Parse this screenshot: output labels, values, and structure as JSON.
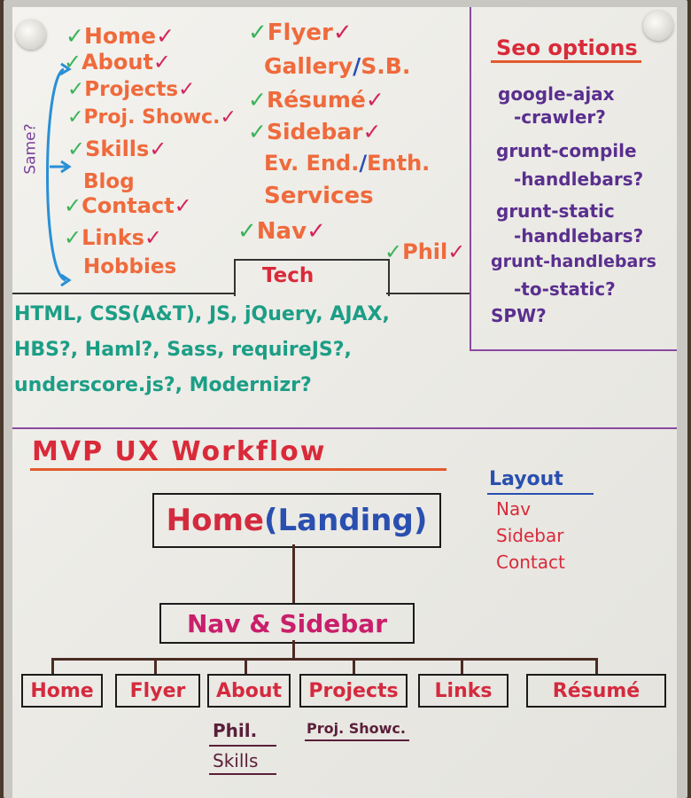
{
  "pages": {
    "col1": [
      "Home",
      "About",
      "Projects",
      "Proj. Showc.",
      "Skills",
      "Blog",
      "Contact",
      "Links",
      "Hobbies"
    ],
    "col2": [
      "Flyer",
      "Gallery",
      "S.B.",
      "Résumé",
      "Sidebar",
      "Ev. End.",
      "Enth.",
      "Services",
      "Nav",
      "Phil"
    ],
    "same_label": "Same?"
  },
  "seo": {
    "title": "Seo options",
    "lines": [
      "google-ajax",
      "-crawler?",
      "grunt-compile",
      "-handlebars?",
      "grunt-static",
      "-handlebars?",
      "grunt-handlebars",
      "-to-static?",
      "SPW?"
    ]
  },
  "tech": {
    "title": "Tech",
    "line1": "HTML, CSS(A&T), JS, jQuery, AJAX,",
    "line2": "HBS?, Haml?, Sass, requireJS?,",
    "line3": "underscore.js?, Modernizr?"
  },
  "workflow": {
    "title": "MVP UX Workflow",
    "layout_title": "Layout",
    "layout_items": [
      "Nav",
      "Sidebar",
      "Contact"
    ],
    "home_box": "Home",
    "landing": "(Landing)",
    "nav_box": "Nav & Sidebar",
    "children": [
      "Home",
      "Flyer",
      "About",
      "Projects",
      "Links",
      "Résumé"
    ],
    "below_about": [
      "Phil.",
      "Skills"
    ],
    "below_projects": "Proj. Showc."
  }
}
